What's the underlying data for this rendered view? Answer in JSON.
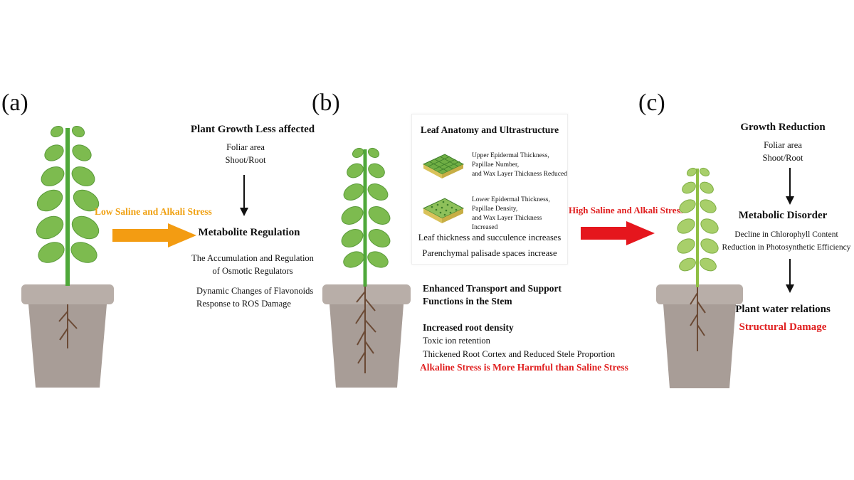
{
  "panels": {
    "a": {
      "label": "(a)",
      "stress_label": "Low Saline and Alkali Stress",
      "growth_title": "Plant Growth Less affected",
      "growth_items": [
        "Foliar area",
        "Shoot/Root"
      ],
      "metabolite_title": "Metabolite Regulation",
      "osmotic_line1": "The Accumulation and Regulation",
      "osmotic_line2": "of Osmotic Regulators",
      "flavonoids": "Dynamic Changes of Flavonoids",
      "ros": "Response to ROS Damage"
    },
    "b": {
      "label": "(b)",
      "leaf_box_title": "Leaf Anatomy and Ultrastructure",
      "upper": [
        "Upper Epidermal Thickness,",
        "Papillae Number,",
        "and Wax Layer Thickness Reduced"
      ],
      "lower": [
        "Lower Epidermal Thickness,",
        "Papillae Density,",
        "and Wax Layer Thickness Increased"
      ],
      "leaf_thickness": "Leaf thickness and succulence increases",
      "palisade": "Parenchymal palisade  spaces increase",
      "stem_line1": "Enhanced Transport and Support",
      "stem_line2": "Functions in the Stem",
      "root_title": "Increased root density",
      "toxic": "Toxic ion retention",
      "cortex": "Thickened Root Cortex and Reduced Stele Proportion",
      "alkaline_note": "Alkaline Stress is More Harmful than Saline Stress"
    },
    "c": {
      "label": "(c)",
      "stress_label": "High Saline and Alkali Stress",
      "growth_title": "Growth Reduction",
      "growth_items": [
        "Foliar area",
        "Shoot/Root"
      ],
      "metabolic_title": "Metabolic Disorder",
      "chlorophyll": "Decline in Chlorophyll Content",
      "photosynthesis": "Reduction in Photosynthetic Efficiency",
      "water_title": "Plant water relations",
      "structural": "Structural Damage"
    }
  },
  "colors": {
    "arrow_low": "#f39c12",
    "arrow_high": "#e5161d",
    "pot": "#a89d97",
    "pot_rim": "#b8aea8",
    "leaf_a": "#7dbb4f",
    "leaf_c": "#a8cf6a"
  }
}
